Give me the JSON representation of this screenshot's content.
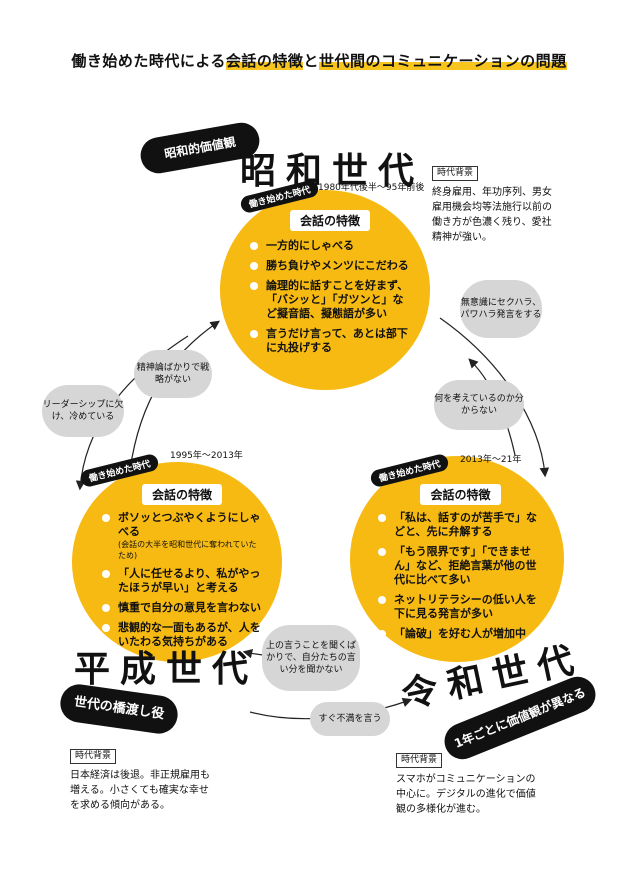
{
  "title": {
    "part1": "働き始めた時代による",
    "part2": "会話の特徴",
    "part3": "と",
    "part4": "世代間のコミュニケーションの問題"
  },
  "showa": {
    "name": "昭和世代",
    "pill": "昭和的価値観",
    "era_tag": "働き始めた時代",
    "era_range": "1980年代後半〜95年前後",
    "features_header": "会話の特徴",
    "features": [
      "一方的にしゃべる",
      "勝ち負けやメンツにこだわる",
      "論理的に話すことを好まず、「バシッと」「ガツンと」など擬音語、擬態語が多い",
      "言うだけ言って、あとは部下に丸投げする"
    ],
    "background_label": "時代背景",
    "background_text": "終身雇用、年功序列、男女雇用機会均等法施行以前の働き方が色濃く残り、愛社精神が強い。"
  },
  "heisei": {
    "name": "平成世代",
    "pill": "世代の橋渡し役",
    "era_tag": "働き始めた時代",
    "era_range": "1995年〜2013年",
    "features_header": "会話の特徴",
    "features": [
      {
        "text": "ボソッとつぶやくようにしゃべる",
        "sub": "(会話の大半を昭和世代に奪われていたため)"
      },
      {
        "text": "「人に任せるより、私がやったほうが早い」と考える",
        "sub": ""
      },
      {
        "text": "慎重で自分の意見を言わない",
        "sub": ""
      },
      {
        "text": "悲観的な一面もあるが、人をいたわる気持ちがある",
        "sub": ""
      }
    ],
    "background_label": "時代背景",
    "background_text": "日本経済は後退。非正規雇用も増える。小さくても確実な幸せを求める傾向がある。"
  },
  "reiwa": {
    "name": "令和世代",
    "pill": "1年ごとに価値観が異なる",
    "era_tag": "働き始めた時代",
    "era_range": "2013年〜21年",
    "features_header": "会話の特徴",
    "features": [
      "「私は、話すのが苦手で」などと、先に弁解する",
      "「もう限界です」「できません」など、拒絶言葉が他の世代に比べて多い",
      "ネットリテラシーの低い人を下に見る発言が多い",
      "「論破」を好む人が増加中"
    ],
    "background_label": "時代背景",
    "background_text": "スマホがコミュニケーションの中心に。デジタルの進化で価値観の多様化が進む。"
  },
  "clouds": {
    "showa_to_heisei": "リーダーシップに欠け、冷めている",
    "heisei_to_showa": "精神論ばかりで戦略がない",
    "showa_to_reiwa": "無意識にセクハラ、パワハラ発言をする",
    "reiwa_to_showa": "何を考えているのか分からない",
    "reiwa_to_heisei": "上の言うことを聞くばかりで、自分たちの言い分を聞かない",
    "heisei_to_reiwa": "すぐ不満を言う"
  },
  "colors": {
    "accent": "#f7ba12",
    "dark": "#111111",
    "cloud": "#d6d6d6"
  }
}
